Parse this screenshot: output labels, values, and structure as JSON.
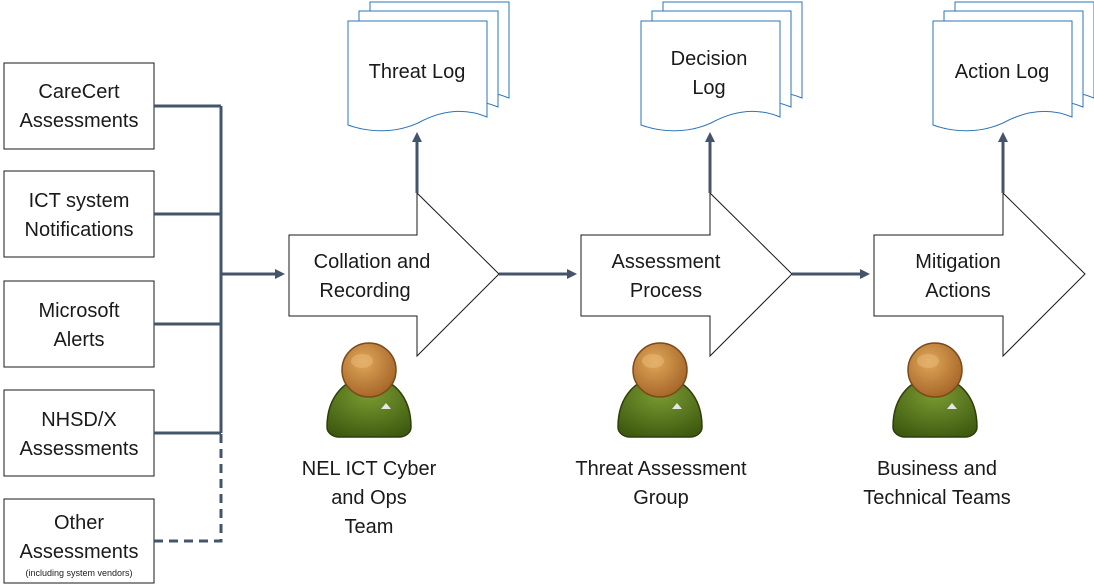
{
  "sources": [
    {
      "line1": "CareCert",
      "line2": "Assessments"
    },
    {
      "line1": "ICT system",
      "line2": "Notifications"
    },
    {
      "line1": "Microsoft",
      "line2": "Alerts"
    },
    {
      "line1": "NHSD/X",
      "line2": "Assessments"
    },
    {
      "line1": "Other",
      "line2": "Assessments",
      "note": "(including system vendors)"
    }
  ],
  "stages": [
    {
      "line1": "Collation and",
      "line2": "Recording"
    },
    {
      "line1": "Assessment",
      "line2": "Process"
    },
    {
      "line1": "Mitigation",
      "line2": "Actions"
    }
  ],
  "logs": [
    {
      "line1": "Threat Log",
      "line2": ""
    },
    {
      "line1": "Decision",
      "line2": "Log"
    },
    {
      "line1": "Action Log",
      "line2": ""
    }
  ],
  "teams": [
    {
      "line1": "NEL ICT Cyber",
      "line2": "and Ops",
      "line3": "Team"
    },
    {
      "line1": "Threat Assessment",
      "line2": "Group",
      "line3": ""
    },
    {
      "line1": "Business and",
      "line2": "Technical Teams",
      "line3": ""
    }
  ],
  "colors": {
    "connector": "#44546a",
    "doc_stroke": "#2e75b6",
    "box_stroke": "#1a1a1a",
    "person_body": "#5a7a1a",
    "person_head": "#c8893a"
  },
  "icons": {
    "person": "user-person-icon",
    "document": "document-stack-icon"
  }
}
